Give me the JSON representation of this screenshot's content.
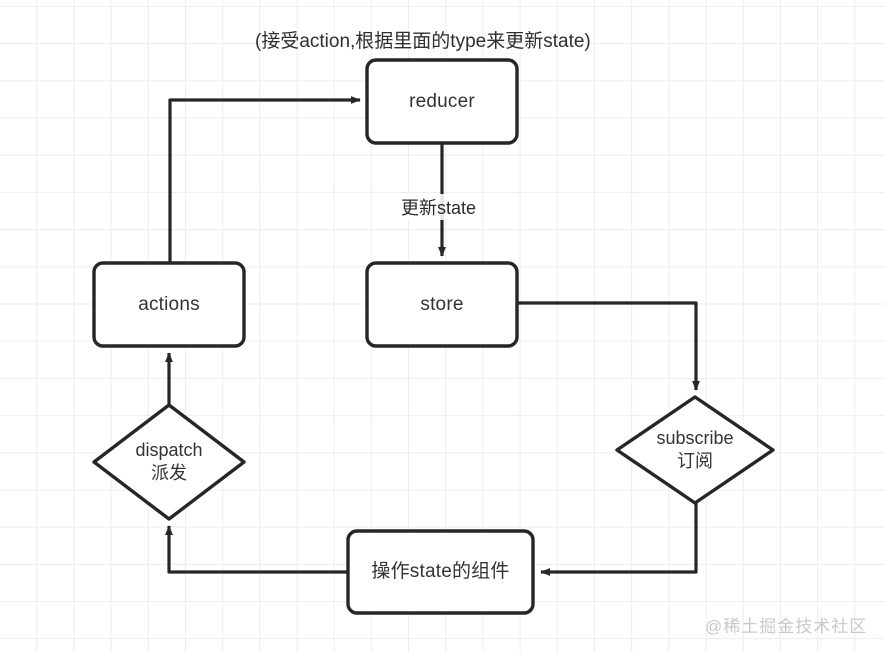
{
  "diagram": {
    "caption": "(接受action,根据里面的type来更新state)",
    "watermark": "@稀土掘金技术社区",
    "colors": {
      "stroke": "#262626",
      "grid": "#ededed",
      "background": "#ffffff",
      "text": "#333333",
      "watermark": "#c9c9c9"
    },
    "nodes": [
      {
        "id": "reducer",
        "shape": "rounded-rect",
        "label": "reducer"
      },
      {
        "id": "store",
        "shape": "rounded-rect",
        "label": "store"
      },
      {
        "id": "actions",
        "shape": "rounded-rect",
        "label": "actions"
      },
      {
        "id": "component",
        "shape": "rounded-rect",
        "label": "操作state的组件"
      },
      {
        "id": "dispatch",
        "shape": "diamond",
        "label_en": "dispatch",
        "label_cn": "派发"
      },
      {
        "id": "subscribe",
        "shape": "diamond",
        "label_en": "subscribe",
        "label_cn": "订阅"
      }
    ],
    "edges": [
      {
        "from": "actions",
        "to": "reducer",
        "label": ""
      },
      {
        "from": "reducer",
        "to": "store",
        "label": "更新state"
      },
      {
        "from": "store",
        "to": "subscribe",
        "label": ""
      },
      {
        "from": "subscribe",
        "to": "component",
        "label": ""
      },
      {
        "from": "component",
        "to": "dispatch",
        "label": ""
      },
      {
        "from": "dispatch",
        "to": "actions",
        "label": ""
      }
    ]
  }
}
